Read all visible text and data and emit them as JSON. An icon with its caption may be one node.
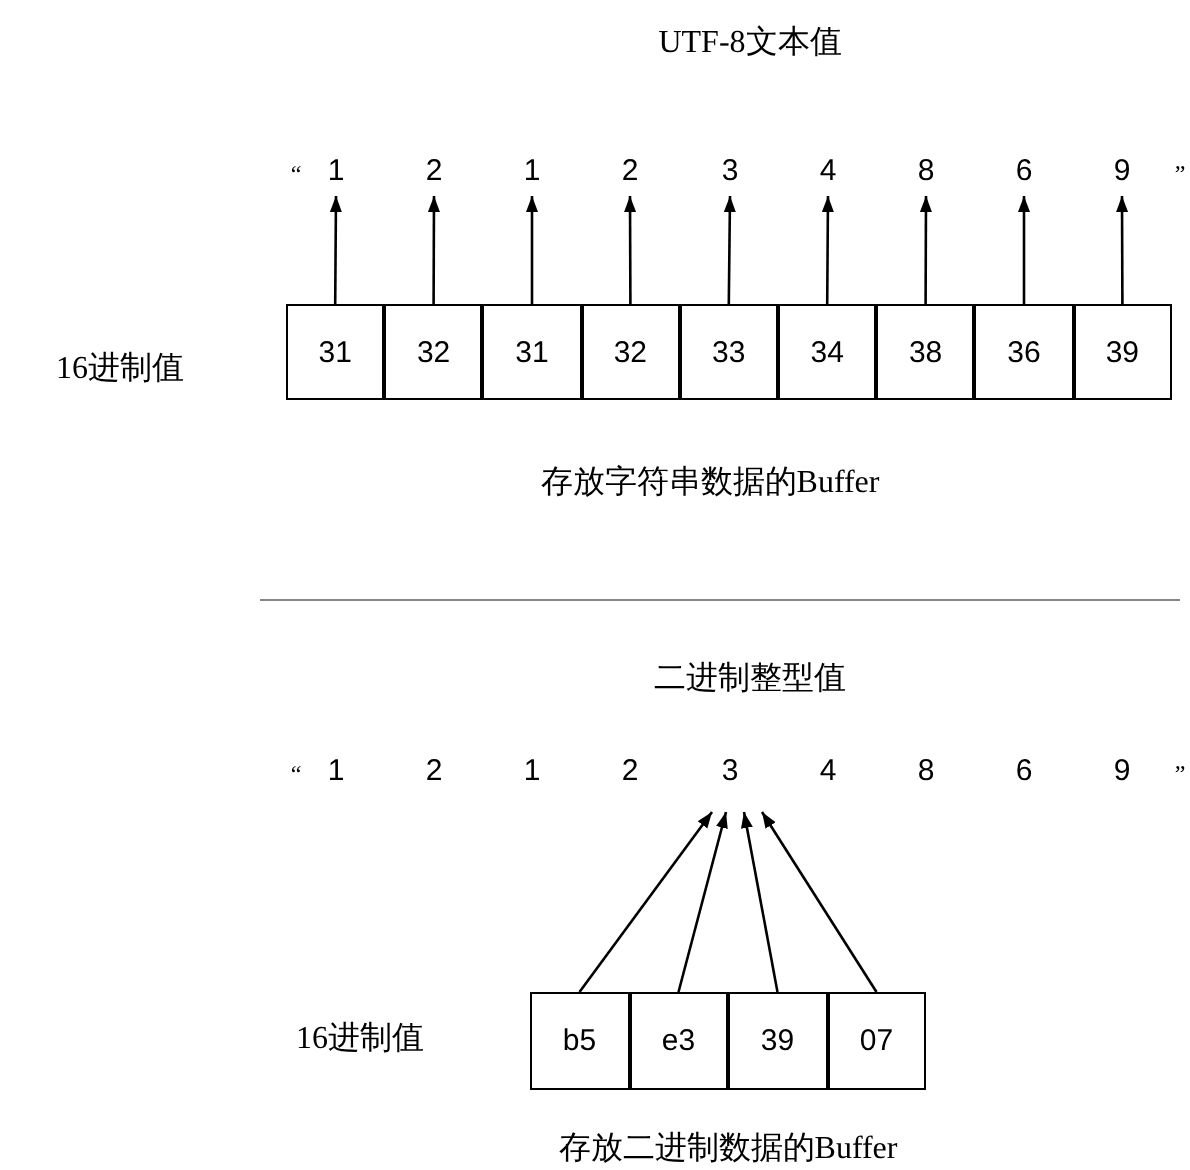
{
  "diagram": {
    "nodes": [
      {
        "text": [
          "1"
        ]
      },
      {
        "text": [
          "2"
        ]
      },
      {
        "text": [
          "1"
        ]
      },
      {
        "text": [
          "2"
        ]
      },
      {
        "text": [
          "3"
        ]
      },
      {
        "text": [
          "4"
        ]
      },
      {
        "text": [
          "8"
        ]
      },
      {
        "text": [
          "6"
        ]
      },
      {
        "text": [
          "9"
        ]
      },
      {
        "text": [
          "31"
        ]
      },
      {
        "text": [
          "32"
        ]
      },
      {
        "text": [
          "31"
        ]
      },
      {
        "text": [
          "32"
        ]
      },
      {
        "text": [
          "33"
        ]
      },
      {
        "text": [
          "34"
        ]
      },
      {
        "text": [
          "38"
        ]
      },
      {
        "text": [
          "36"
        ]
      },
      {
        "text": [
          "39"
        ]
      },
      {
        "text": [
          "“",
          "1",
          "2",
          "1",
          "2",
          "3",
          "4",
          "8",
          "6",
          "9",
          "”"
        ]
      },
      {
        "text": [
          "b5"
        ]
      },
      {
        "text": [
          "e3"
        ]
      },
      {
        "text": [
          "39"
        ]
      },
      {
        "text": [
          "07"
        ]
      }
    ],
    "edges": [
      {
        "from": 9,
        "to": 0,
        "arrow": "to"
      },
      {
        "from": 10,
        "to": 1,
        "arrow": "to"
      },
      {
        "from": 11,
        "to": 2,
        "arrow": "to"
      },
      {
        "from": 12,
        "to": 3,
        "arrow": "to"
      },
      {
        "from": 13,
        "to": 4,
        "arrow": "to"
      },
      {
        "from": 14,
        "to": 5,
        "arrow": "to"
      },
      {
        "from": 15,
        "to": 6,
        "arrow": "to"
      },
      {
        "from": 16,
        "to": 7,
        "arrow": "to"
      },
      {
        "from": 17,
        "to": 8,
        "arrow": "to"
      },
      {
        "from": 19,
        "to": 18,
        "arrow": "to"
      },
      {
        "from": 20,
        "to": 18,
        "arrow": "to"
      },
      {
        "from": 21,
        "to": 18,
        "arrow": "to"
      },
      {
        "from": 22,
        "to": 18,
        "arrow": "to"
      }
    ],
    "labels": [
      "UTF-8文本值",
      "“",
      "”",
      "16进制值",
      "存放字符串数据的Buffer",
      "二进制整型值",
      "16进制值",
      "存放二进制数据的Buffer"
    ]
  }
}
